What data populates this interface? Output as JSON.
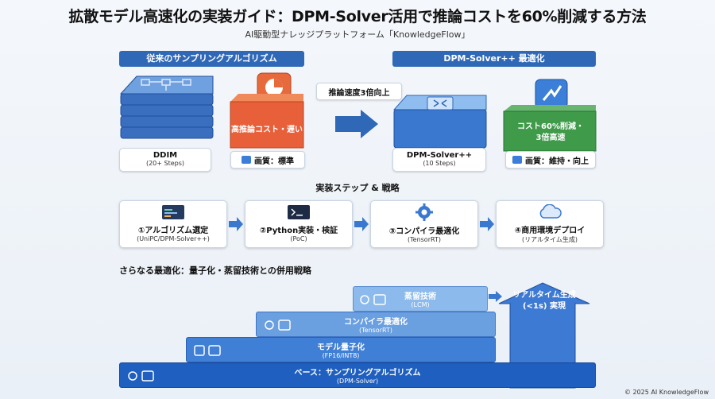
{
  "header": {
    "title": "拡散モデル高速化の実装ガイド：DPM-Solver活用で推論コストを60%削減する方法",
    "subtitle": "AI駆動型ナレッジプラットフォーム「KnowledgeFlow」"
  },
  "comparison": {
    "left_header": "従来のサンプリングアルゴリズム",
    "right_header": "DPM-Solver++ 最適化",
    "speed_callout": "推論速度3倍向上",
    "old_model": {
      "name": "DDIM",
      "steps": "(20+ Steps)"
    },
    "old_cost": "高推論コスト・遅い",
    "old_quality": "画質：標準",
    "new_model": {
      "name": "DPM-Solver++",
      "steps": "(10 Steps)"
    },
    "new_cost_line1": "コスト60%削減・",
    "new_cost_line2": "3倍高速",
    "new_quality": "画質：維持・向上"
  },
  "steps": {
    "heading": "実装ステップ & 戦略",
    "items": [
      {
        "label": "①アルゴリズム選定",
        "sub": "(UniPC/DPM-Solver++)",
        "icon": "code-editor-icon"
      },
      {
        "label": "②Python実装・検証",
        "sub": "(PoC)",
        "icon": "terminal-icon"
      },
      {
        "label": "③コンパイラ最適化",
        "sub": "(TensorRT)",
        "icon": "gear-icon"
      },
      {
        "label": "④商用環境デプロイ",
        "sub": "(リアルタイム生成)",
        "icon": "cloud-icon"
      }
    ]
  },
  "stack": {
    "heading": "さらなる最適化：量子化・蒸留技術との併用戦略",
    "layers": [
      {
        "label": "ベース：サンプリングアルゴリズム",
        "sub": "(DPM-Solver)"
      },
      {
        "label": "モデル量子化",
        "sub": "(FP16/INT8)"
      },
      {
        "label": "コンパイラ最適化",
        "sub": "(TensorRT)"
      },
      {
        "label": "蒸留技術",
        "sub": "(LCM)"
      }
    ],
    "goal_line1": "リアルタイム生成",
    "goal_line2": "(<1s) 実現"
  },
  "footer": {
    "copyright": "© 2025 AI KnowledgeFlow"
  },
  "colors": {
    "primary_blue": "#2f68b7",
    "orange": "#e8603a",
    "green": "#3f9a4a",
    "light_blue": "#7fb0e8"
  }
}
